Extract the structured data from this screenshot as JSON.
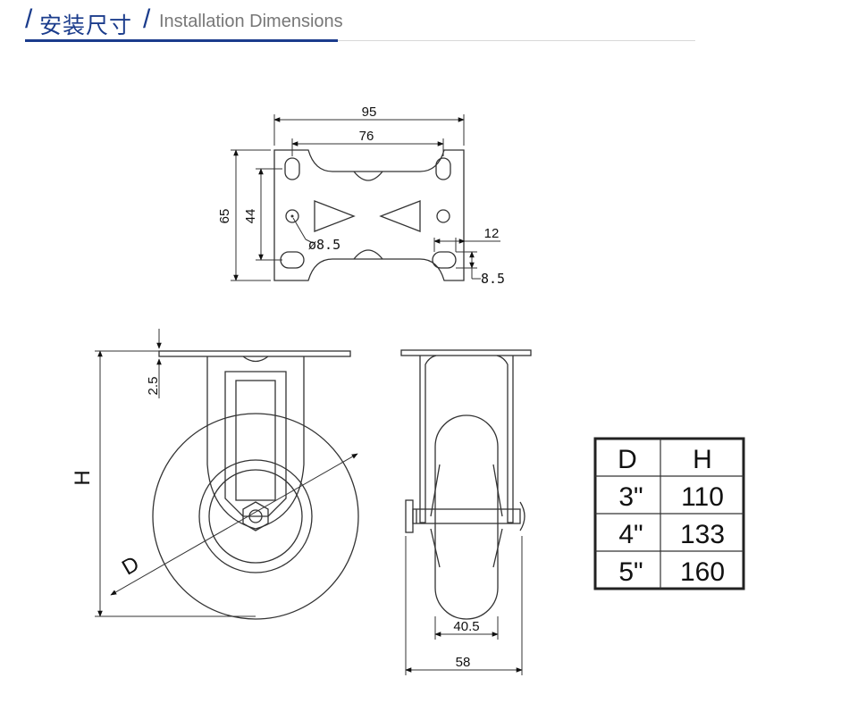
{
  "header": {
    "slash": "/",
    "title_zh": "安装尺寸",
    "title_en": "Installation Dimensions",
    "accent_color": "#1b3c8c"
  },
  "plate_dims": {
    "width_outer": "95",
    "width_holes": "76",
    "height_outer": "65",
    "height_holes": "44",
    "hole_dia": "ø8.5",
    "slot_length": "12",
    "slot_width": "8.5"
  },
  "side_dims": {
    "plate_thickness": "2.5",
    "height_label": "H",
    "diameter_label": "D"
  },
  "front_dims": {
    "wheel_width": "40.5",
    "overall_width": "58"
  },
  "size_table": {
    "headers": [
      "D",
      "H"
    ],
    "rows": [
      [
        "3\"",
        "110"
      ],
      [
        "4\"",
        "133"
      ],
      [
        "5\"",
        "160"
      ]
    ]
  }
}
